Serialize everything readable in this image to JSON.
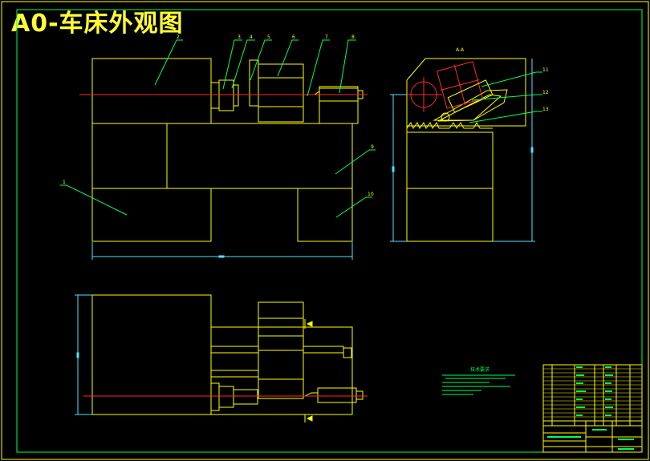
{
  "title": "A0-车床外观图",
  "section_label": "A-A",
  "tech_requirements_title": "技术要求",
  "part_numbers": [
    "1",
    "2",
    "3",
    "4",
    "5",
    "6",
    "7",
    "8",
    "9",
    "10",
    "11",
    "12",
    "13"
  ],
  "colors": {
    "outline": "#ffff00",
    "dimension": "#4fe3ff",
    "centerline": "#ff2a2a",
    "leader": "#00ff55",
    "border": "#00ff55",
    "title": "#ffff33"
  }
}
